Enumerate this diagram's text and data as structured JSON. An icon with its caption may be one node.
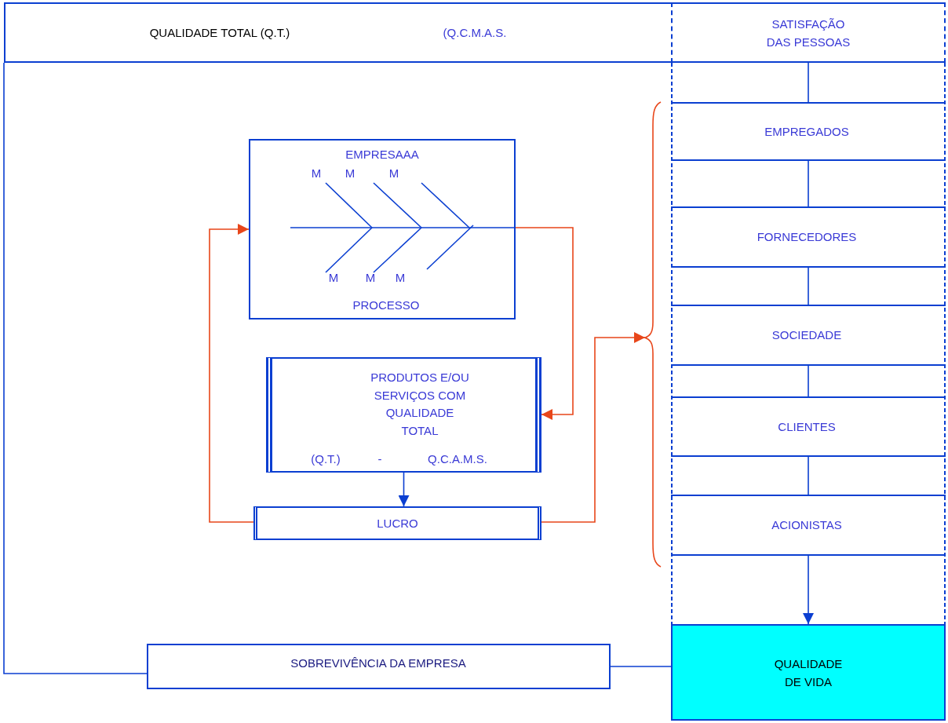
{
  "diagram": {
    "nodes": [
      {
        "text": [
          "QUALIDADE TOTAL (Q.T.)",
          "(Q.C.M.A.S."
        ]
      },
      {
        "text": [
          "SATISFAÇÃO DAS PESSOAS"
        ]
      },
      {
        "text": [
          "EMPRESAAA",
          "M",
          "M",
          "M",
          "M",
          "M",
          "M",
          "PROCESSO"
        ]
      },
      {
        "text": [
          "PRODUTOS E/OU SERVIÇOS COM QUALIDADE TOTAL",
          "(Q.T.)",
          "-",
          "Q.C.A.M.S."
        ]
      },
      {
        "text": [
          "LUCRO"
        ]
      },
      {
        "text": [
          "EMPREGADOS"
        ]
      },
      {
        "text": [
          "FORNECEDORES"
        ]
      },
      {
        "text": [
          "SOCIEDADE"
        ]
      },
      {
        "text": [
          "CLIENTES"
        ]
      },
      {
        "text": [
          "ACIONISTAS"
        ]
      },
      {
        "text": [
          "QUALIDADE DE VIDA"
        ]
      },
      {
        "text": [
          "SOBREVIVÊNCIA DA EMPRESA"
        ]
      },
      {
        "text": [],
        "shape": "brace"
      }
    ],
    "edges": [
      {
        "from": 2,
        "to": 3,
        "arrow": "to",
        "color": "#e8461a"
      },
      {
        "from": 4,
        "to": 2,
        "arrow": "to",
        "color": "#e8461a"
      },
      {
        "from": 3,
        "to": 4,
        "arrow": "to"
      },
      {
        "from": 4,
        "to": 12,
        "arrow": "to",
        "color": "#e8461a"
      },
      {
        "from": 1,
        "to": 5,
        "arrow": "none"
      },
      {
        "from": 5,
        "to": 6,
        "arrow": "none"
      },
      {
        "from": 6,
        "to": 7,
        "arrow": "none"
      },
      {
        "from": 7,
        "to": 8,
        "arrow": "none"
      },
      {
        "from": 8,
        "to": 9,
        "arrow": "none"
      },
      {
        "from": 9,
        "to": 10,
        "arrow": "to"
      },
      {
        "from": 11,
        "to": 10,
        "arrow": "none"
      },
      {
        "from": 0,
        "to": 11,
        "arrow": "none"
      }
    ]
  }
}
